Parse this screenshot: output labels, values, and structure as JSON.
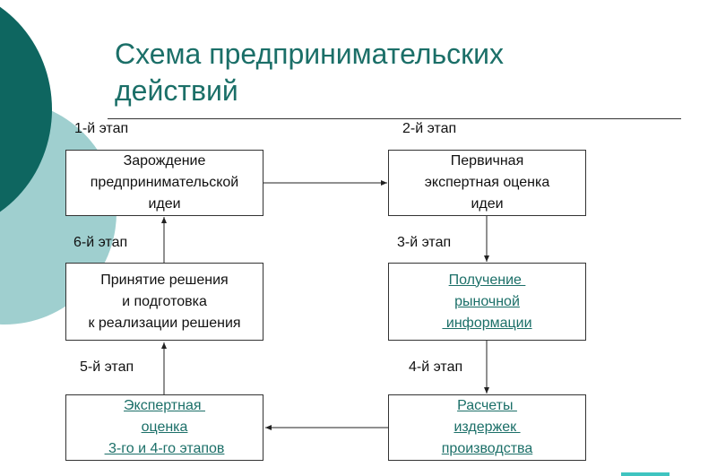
{
  "slide": {
    "title_line1": "Схема предпринимательских",
    "title_line2": "действий",
    "colors": {
      "accent": "#1b6f68",
      "dark_circle": "#0e6660",
      "light_circle": "#9fcfcf",
      "corner_bar": "#3fc4c0"
    }
  },
  "stages": {
    "s1": "1-й этап",
    "s2": "2-й этап",
    "s3": "3-й этап",
    "s4": "4-й этап",
    "s5": "5-й этап",
    "s6": "6-й этап"
  },
  "boxes": {
    "idea": {
      "lines": [
        "Зарождение",
        "предпринимательской",
        "идеи"
      ],
      "link": false
    },
    "primary_eval": {
      "lines": [
        "Первичная",
        "экспертная оценка",
        "идеи"
      ],
      "link": false
    },
    "market_info": {
      "lines": [
        "Получение ",
        "рыночной",
        " информации"
      ],
      "link": true
    },
    "costs": {
      "lines": [
        "Расчеты ",
        "издержек ",
        "производства"
      ],
      "link": true
    },
    "expert_eval": {
      "lines": [
        "Экспертная ",
        "оценка",
        " 3-го и 4-го этапов"
      ],
      "link": true
    },
    "decision": {
      "lines": [
        "Принятие решения",
        "и подготовка",
        "к реализации решения"
      ],
      "link": false
    }
  }
}
